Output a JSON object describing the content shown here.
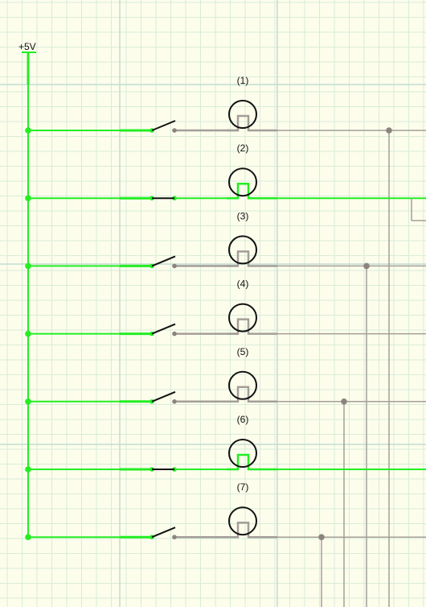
{
  "supply": {
    "label": "+5V"
  },
  "lamps": [
    {
      "label": "(1)",
      "on": false
    },
    {
      "label": "(2)",
      "on": true
    },
    {
      "label": "(3)",
      "on": false
    },
    {
      "label": "(4)",
      "on": false
    },
    {
      "label": "(5)",
      "on": false
    },
    {
      "label": "(6)",
      "on": true
    },
    {
      "label": "(7)",
      "on": false
    }
  ],
  "colors": {
    "background": "#fdfdec",
    "grid_minor": "#d8ecd8",
    "grid_major": "#c2ddd2",
    "live_wire": "#22ee22",
    "dead_wire": "#a39e98",
    "node_dead": "#8b847e",
    "component": "#111111"
  }
}
